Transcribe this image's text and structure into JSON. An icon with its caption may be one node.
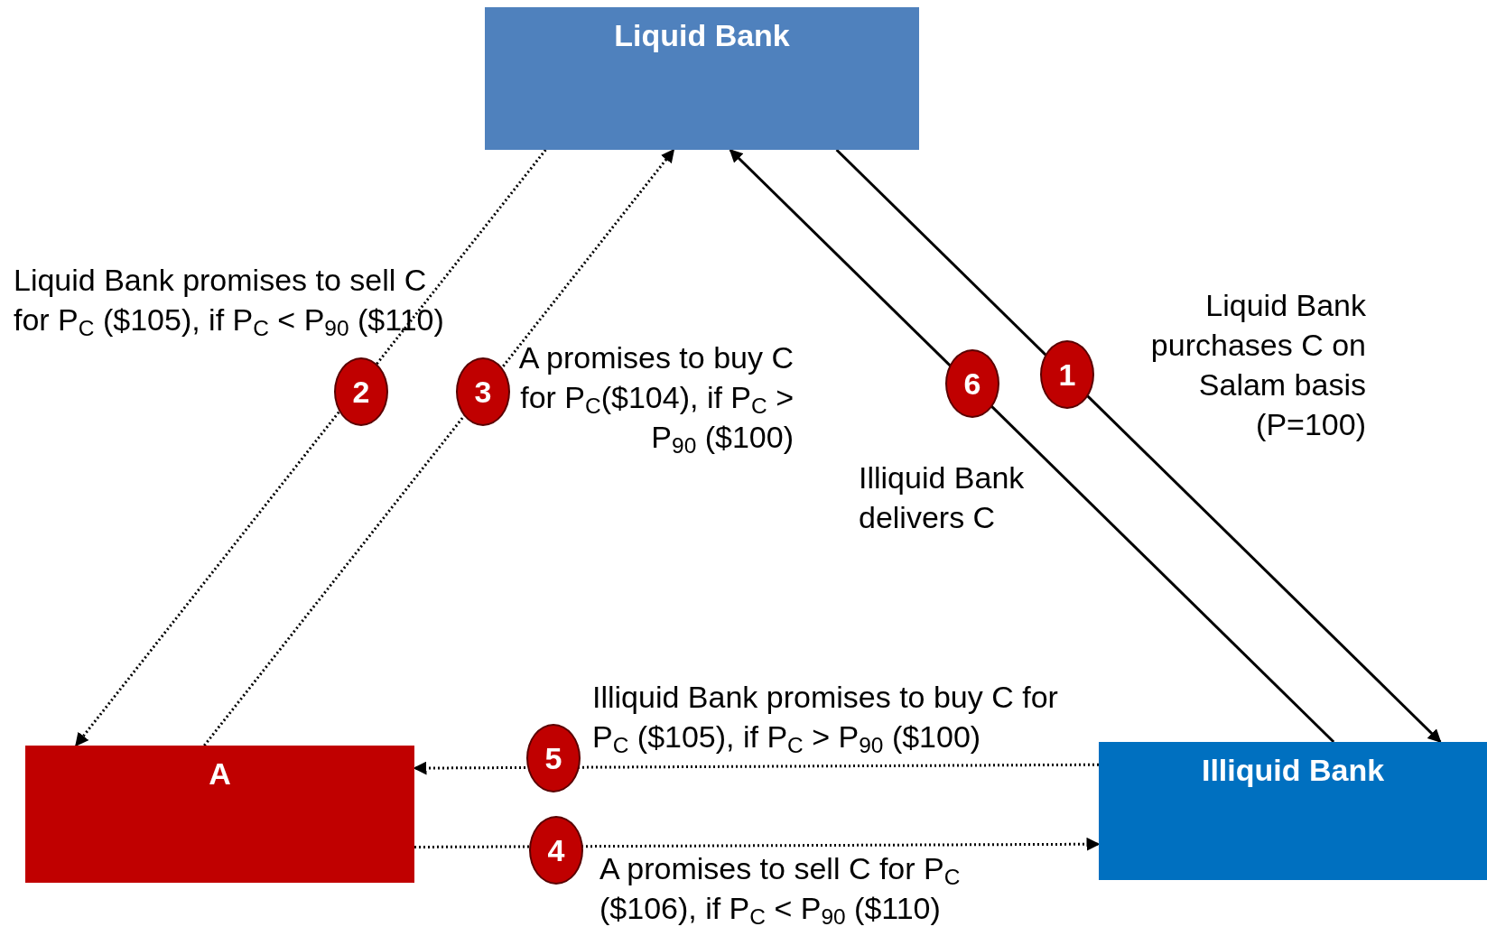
{
  "diagram": {
    "nodes": [
      {
        "text": [
          "Liquid Bank"
        ]
      },
      {
        "text": [
          "A"
        ]
      },
      {
        "text": [
          "Illiquid Bank"
        ]
      }
    ],
    "edges": [
      {
        "from": 0,
        "to": 2,
        "arrow": "to",
        "label": "1"
      },
      {
        "from": 0,
        "to": 1,
        "arrow": "to",
        "style": "dashed",
        "label": "2"
      },
      {
        "from": 1,
        "to": 0,
        "arrow": "to",
        "style": "dashed",
        "label": "3"
      },
      {
        "from": 1,
        "to": 2,
        "arrow": "to",
        "style": "dashed",
        "label": "4"
      },
      {
        "from": 2,
        "to": 1,
        "arrow": "to",
        "style": "dashed",
        "label": "5"
      },
      {
        "from": 2,
        "to": 0,
        "arrow": "to",
        "label": "6"
      }
    ],
    "labels": [
      "Liquid Bank promises to sell C for P$_{C}$ ($105), if P$_{C}$ < P$_{90}$ ($110)",
      "A promises to buy C for P$_{C}$($104), if P$_{C}$ > P$_{90}$ ($100)",
      "Liquid Bank purchases C on Salam basis (P=100)",
      "Illiquid Bank delivers C",
      "Illiquid Bank promises to buy C for P$_{C}$ ($105), if P$_{C}$ > P$_{90}$ ($100)",
      "A promises to sell C for P$_{C}$ ($106), if P$_{C}$ < P$_{90}$ ($110)"
    ]
  }
}
